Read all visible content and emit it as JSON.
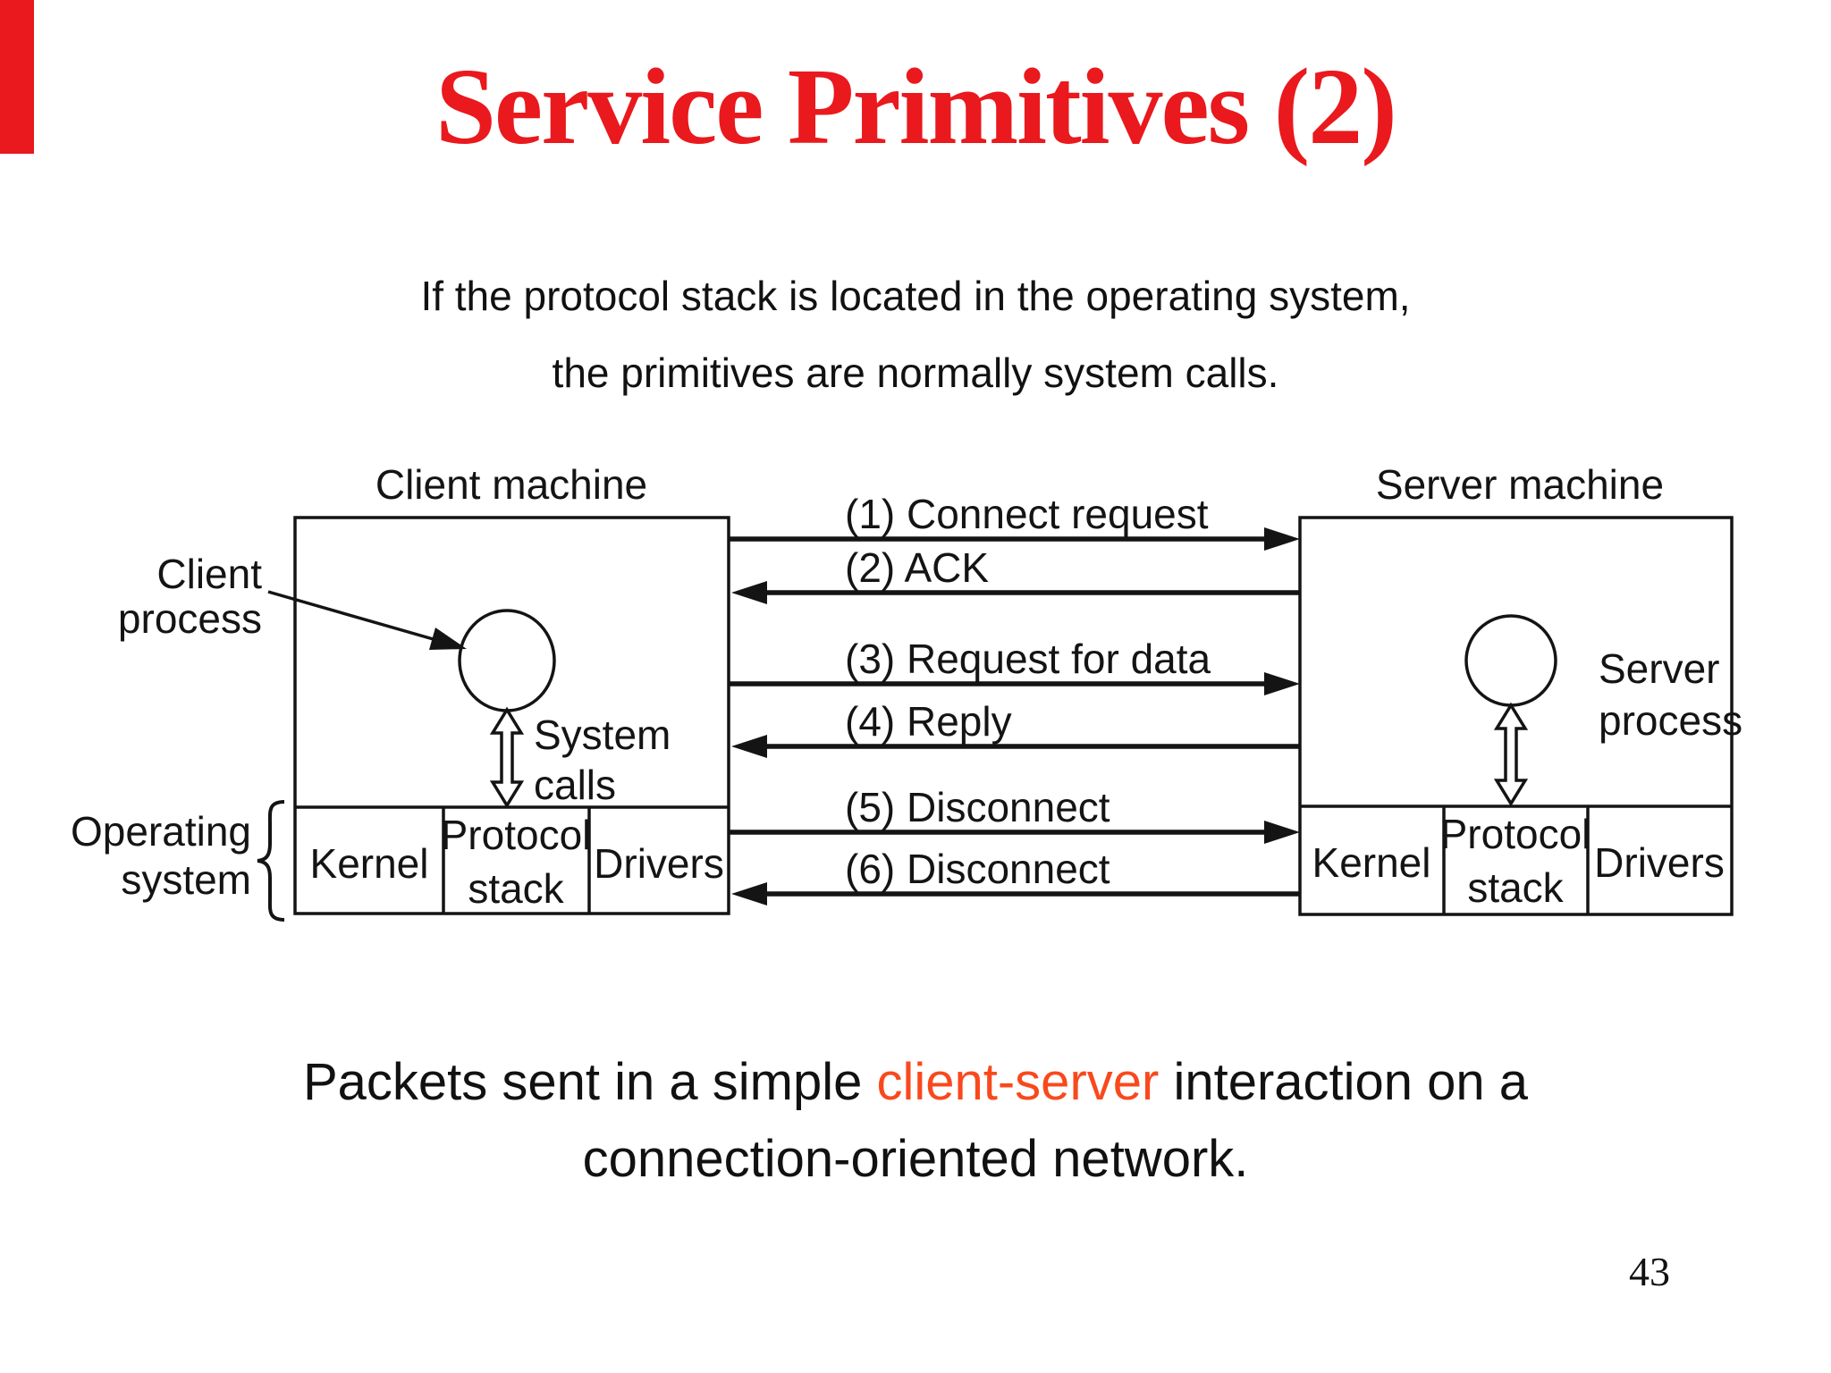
{
  "slide": {
    "title": "Service Primitives (2)",
    "subtitle": [
      "If the protocol stack is located in the operating system,",
      "the primitives are normally system calls."
    ],
    "caption": {
      "line1_before": "Packets sent in a simple ",
      "line1_highlight": "client-server",
      "line1_after": " interaction on a",
      "line2": "connection-oriented network."
    },
    "page_number": "43"
  },
  "colors": {
    "title_red": "#e9191d",
    "corner_accent_red": "#e9191d",
    "caption_highlight_orange": "#f8491d",
    "diagram_ink": "#141414"
  },
  "diagram": {
    "client_machine_label": "Client machine",
    "server_machine_label": "Server machine",
    "client_process_label": [
      "Client",
      "process"
    ],
    "server_process_label": [
      "Server",
      "process"
    ],
    "system_calls_label": [
      "System",
      "calls"
    ],
    "operating_system_label": [
      "Operating",
      "system"
    ],
    "client_os_cells": {
      "kernel": "Kernel",
      "protocol": [
        "Protocol",
        "stack"
      ],
      "drivers": "Drivers"
    },
    "server_os_cells": {
      "kernel": "Kernel",
      "protocol": [
        "Protocol",
        "stack"
      ],
      "drivers": "Drivers"
    },
    "messages": [
      {
        "label": "(1) Connect request",
        "direction": "right"
      },
      {
        "label": "(2) ACK",
        "direction": "left"
      },
      {
        "label": "(3) Request for data",
        "direction": "right"
      },
      {
        "label": "(4) Reply",
        "direction": "left"
      },
      {
        "label": "(5) Disconnect",
        "direction": "right"
      },
      {
        "label": "(6) Disconnect",
        "direction": "left"
      }
    ]
  }
}
